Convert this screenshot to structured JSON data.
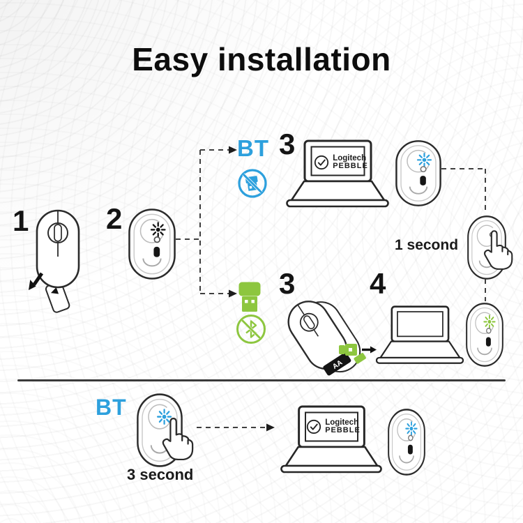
{
  "title": "Easy installation",
  "steps": {
    "s1": "1",
    "s2": "2",
    "s3_bt": "3",
    "s3_usb": "3",
    "s4": "4"
  },
  "labels": {
    "bt_top": "BT",
    "bt_bottom": "BT",
    "one_second": "1 second",
    "three_second": "3 second",
    "battery_type": "AA"
  },
  "laptop": {
    "brand": "Logitech",
    "model": "PEBBLE"
  },
  "icons": {
    "no_receiver": "no-usb-receiver-icon",
    "usb_receiver": "usb-receiver-icon",
    "no_bluetooth": "no-bluetooth-icon",
    "power_on": "power-starburst-icon",
    "press_hand": "hand-press-icon",
    "pull_out": "pull-out-arrow-icon",
    "insert": "insert-arrow-icon",
    "checkmark": "checkmark-icon"
  },
  "colors": {
    "blue": "#2da0dd",
    "green": "#8dc63f",
    "ink": "#111111",
    "stroke": "#2b2b2b",
    "divider": "#3a3a3a"
  }
}
